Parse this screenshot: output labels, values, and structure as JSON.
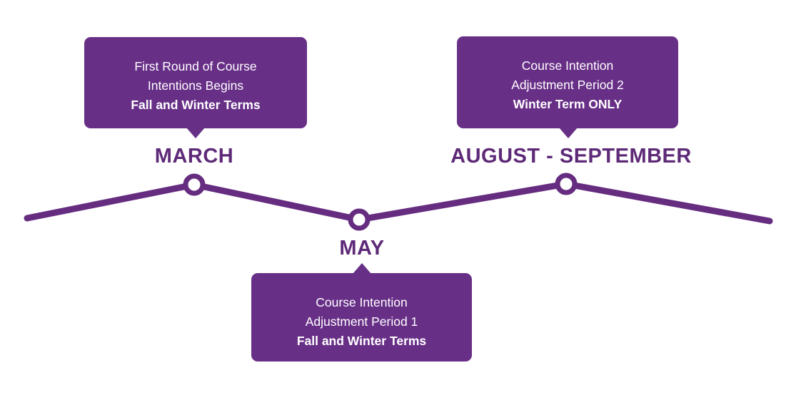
{
  "colors": {
    "box_purple": "#682F87",
    "line_purple": "#652C80",
    "month_label_purple": "#5E2A78",
    "text_white": "#FFFFFF",
    "background": "#FFFFFF"
  },
  "timeline": {
    "events": [
      {
        "month": "MARCH",
        "callout_line1": "First Round of Course",
        "callout_line2": "Intentions Begins",
        "callout_bold": "Fall and Winter Terms",
        "callout_position": "above"
      },
      {
        "month": "MAY",
        "callout_line1": "Course Intention",
        "callout_line2": "Adjustment Period 1",
        "callout_bold": "Fall and Winter Terms",
        "callout_position": "below"
      },
      {
        "month": "AUGUST - SEPTEMBER",
        "callout_line1": "Course Intention",
        "callout_line2": "Adjustment Period 2",
        "callout_bold": "Winter Term ONLY",
        "callout_position": "above"
      }
    ]
  }
}
